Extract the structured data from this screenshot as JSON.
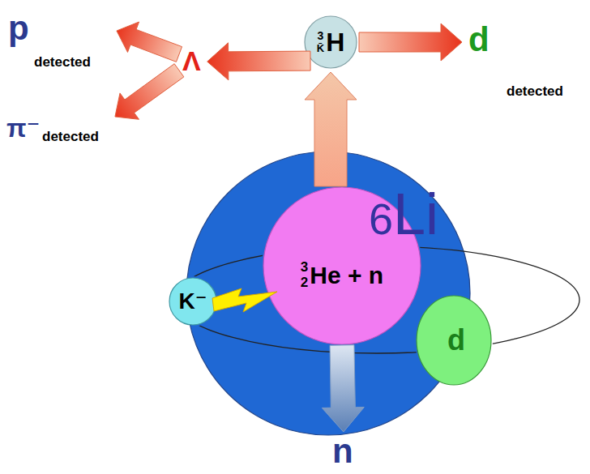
{
  "diagram": {
    "nodes": [
      {
        "text": [
          "p",
          "detected"
        ]
      },
      {
        "text": [
          "π⁻",
          "detected"
        ]
      },
      {
        "text": [
          "Λ"
        ]
      },
      {
        "text": [
          "3",
          "K̄",
          "H"
        ]
      },
      {
        "text": [
          "d",
          "detected"
        ]
      },
      {
        "text": [
          "6",
          "Li"
        ]
      },
      {
        "text": [
          "3",
          "2",
          "He + n"
        ],
        "in": 5
      },
      {
        "text": [
          "K⁻"
        ]
      },
      {
        "text": [
          "d"
        ],
        "in": 5
      },
      {
        "text": [
          "n"
        ]
      }
    ],
    "edges": [
      {
        "from": 3,
        "to": 2,
        "arrow": "to"
      },
      {
        "from": 3,
        "to": 4,
        "arrow": "to"
      },
      {
        "from": 2,
        "to": 0,
        "arrow": "to"
      },
      {
        "from": 2,
        "to": 1,
        "arrow": "to"
      },
      {
        "from": 6,
        "to": 3,
        "arrow": "to"
      },
      {
        "from": 6,
        "to": 9,
        "arrow": "to"
      }
    ]
  }
}
